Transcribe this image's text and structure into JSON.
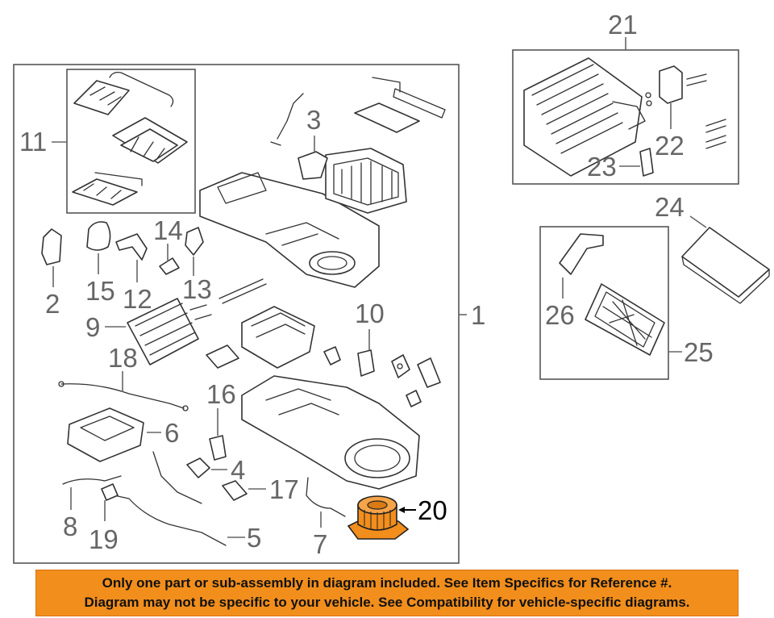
{
  "callouts": {
    "c1": "1",
    "c2": "2",
    "c3": "3",
    "c4": "4",
    "c5": "5",
    "c6": "6",
    "c7": "7",
    "c8": "8",
    "c9": "9",
    "c10": "10",
    "c11": "11",
    "c12": "12",
    "c13": "13",
    "c14": "14",
    "c15": "15",
    "c16": "16",
    "c17": "17",
    "c18": "18",
    "c19": "19",
    "c20": "20",
    "c21": "21",
    "c22": "22",
    "c23": "23",
    "c24": "24",
    "c25": "25",
    "c26": "26"
  },
  "highlight": {
    "part": "20",
    "color": "#f28e1c"
  },
  "banner": {
    "line1": "Only one part or sub-assembly in diagram included. See Item Specifics for Reference #.",
    "line2": "Diagram may not be specific to your vehicle. See Compatibility for vehicle-specific diagrams.",
    "color": "#f28e1c"
  }
}
